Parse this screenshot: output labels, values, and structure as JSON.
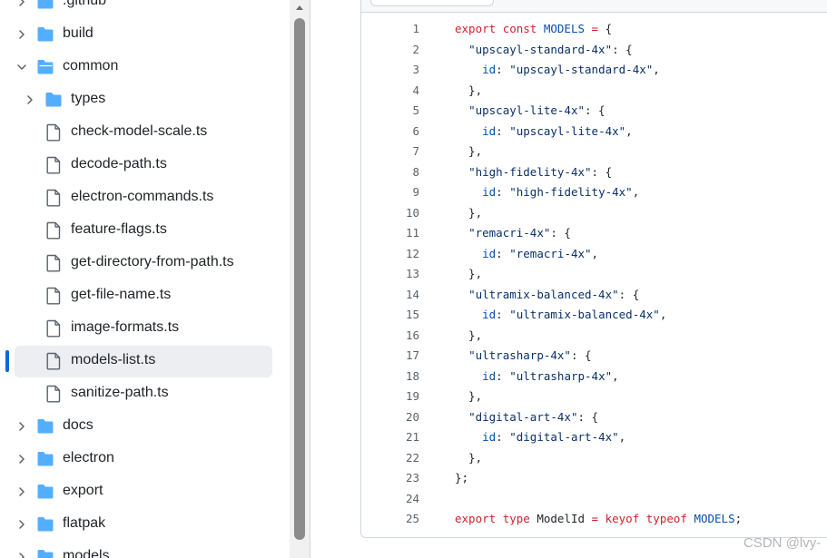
{
  "file_tree": {
    "items": [
      {
        "name": "folder-github",
        "label": ".github",
        "type": "folder",
        "depth": 0,
        "expanded": false
      },
      {
        "name": "folder-build",
        "label": "build",
        "type": "folder",
        "depth": 0,
        "expanded": false
      },
      {
        "name": "folder-common",
        "label": "common",
        "type": "folder",
        "depth": 0,
        "expanded": true
      },
      {
        "name": "folder-types",
        "label": "types",
        "type": "folder",
        "depth": 1,
        "expanded": false
      },
      {
        "name": "file-check-model-scale",
        "label": "check-model-scale.ts",
        "type": "file",
        "depth": 1
      },
      {
        "name": "file-decode-path",
        "label": "decode-path.ts",
        "type": "file",
        "depth": 1
      },
      {
        "name": "file-electron-commands",
        "label": "electron-commands.ts",
        "type": "file",
        "depth": 1
      },
      {
        "name": "file-feature-flags",
        "label": "feature-flags.ts",
        "type": "file",
        "depth": 1
      },
      {
        "name": "file-get-directory-from-path",
        "label": "get-directory-from-path.ts",
        "type": "file",
        "depth": 1
      },
      {
        "name": "file-get-file-name",
        "label": "get-file-name.ts",
        "type": "file",
        "depth": 1
      },
      {
        "name": "file-image-formats",
        "label": "image-formats.ts",
        "type": "file",
        "depth": 1
      },
      {
        "name": "file-models-list",
        "label": "models-list.ts",
        "type": "file",
        "depth": 1,
        "selected": true
      },
      {
        "name": "file-sanitize-path",
        "label": "sanitize-path.ts",
        "type": "file",
        "depth": 1
      },
      {
        "name": "folder-docs",
        "label": "docs",
        "type": "folder",
        "depth": 0,
        "expanded": false
      },
      {
        "name": "folder-electron",
        "label": "electron",
        "type": "folder",
        "depth": 0,
        "expanded": false
      },
      {
        "name": "folder-export",
        "label": "export",
        "type": "folder",
        "depth": 0,
        "expanded": false
      },
      {
        "name": "folder-flatpak",
        "label": "flatpak",
        "type": "folder",
        "depth": 0,
        "expanded": false
      },
      {
        "name": "folder-models",
        "label": "models",
        "type": "folder",
        "depth": 0,
        "expanded": false
      }
    ]
  },
  "code": {
    "lines": [
      {
        "n": "1",
        "tokens": [
          {
            "t": "export",
            "c": "kw"
          },
          {
            "t": " "
          },
          {
            "t": "const",
            "c": "kw"
          },
          {
            "t": " "
          },
          {
            "t": "MODELS",
            "c": "nm"
          },
          {
            "t": " "
          },
          {
            "t": "=",
            "c": "kw"
          },
          {
            "t": " {"
          }
        ]
      },
      {
        "n": "2",
        "tokens": [
          {
            "t": "  "
          },
          {
            "t": "\"upscayl-standard-4x\"",
            "c": "st"
          },
          {
            "t": ": {"
          }
        ]
      },
      {
        "n": "3",
        "tokens": [
          {
            "t": "    "
          },
          {
            "t": "id",
            "c": "nm"
          },
          {
            "t": ": "
          },
          {
            "t": "\"upscayl-standard-4x\"",
            "c": "st"
          },
          {
            "t": ","
          }
        ]
      },
      {
        "n": "4",
        "tokens": [
          {
            "t": "  },"
          }
        ]
      },
      {
        "n": "5",
        "tokens": [
          {
            "t": "  "
          },
          {
            "t": "\"upscayl-lite-4x\"",
            "c": "st"
          },
          {
            "t": ": {"
          }
        ]
      },
      {
        "n": "6",
        "tokens": [
          {
            "t": "    "
          },
          {
            "t": "id",
            "c": "nm"
          },
          {
            "t": ": "
          },
          {
            "t": "\"upscayl-lite-4x\"",
            "c": "st"
          },
          {
            "t": ","
          }
        ]
      },
      {
        "n": "7",
        "tokens": [
          {
            "t": "  },"
          }
        ]
      },
      {
        "n": "8",
        "tokens": [
          {
            "t": "  "
          },
          {
            "t": "\"high-fidelity-4x\"",
            "c": "st"
          },
          {
            "t": ": {"
          }
        ]
      },
      {
        "n": "9",
        "tokens": [
          {
            "t": "    "
          },
          {
            "t": "id",
            "c": "nm"
          },
          {
            "t": ": "
          },
          {
            "t": "\"high-fidelity-4x\"",
            "c": "st"
          },
          {
            "t": ","
          }
        ]
      },
      {
        "n": "10",
        "tokens": [
          {
            "t": "  },"
          }
        ]
      },
      {
        "n": "11",
        "tokens": [
          {
            "t": "  "
          },
          {
            "t": "\"remacri-4x\"",
            "c": "st"
          },
          {
            "t": ": {"
          }
        ]
      },
      {
        "n": "12",
        "tokens": [
          {
            "t": "    "
          },
          {
            "t": "id",
            "c": "nm"
          },
          {
            "t": ": "
          },
          {
            "t": "\"remacri-4x\"",
            "c": "st"
          },
          {
            "t": ","
          }
        ]
      },
      {
        "n": "13",
        "tokens": [
          {
            "t": "  },"
          }
        ]
      },
      {
        "n": "14",
        "tokens": [
          {
            "t": "  "
          },
          {
            "t": "\"ultramix-balanced-4x\"",
            "c": "st"
          },
          {
            "t": ": {"
          }
        ]
      },
      {
        "n": "15",
        "tokens": [
          {
            "t": "    "
          },
          {
            "t": "id",
            "c": "nm"
          },
          {
            "t": ": "
          },
          {
            "t": "\"ultramix-balanced-4x\"",
            "c": "st"
          },
          {
            "t": ","
          }
        ]
      },
      {
        "n": "16",
        "tokens": [
          {
            "t": "  },"
          }
        ]
      },
      {
        "n": "17",
        "tokens": [
          {
            "t": "  "
          },
          {
            "t": "\"ultrasharp-4x\"",
            "c": "st"
          },
          {
            "t": ": {"
          }
        ]
      },
      {
        "n": "18",
        "tokens": [
          {
            "t": "    "
          },
          {
            "t": "id",
            "c": "nm"
          },
          {
            "t": ": "
          },
          {
            "t": "\"ultrasharp-4x\"",
            "c": "st"
          },
          {
            "t": ","
          }
        ]
      },
      {
        "n": "19",
        "tokens": [
          {
            "t": "  },"
          }
        ]
      },
      {
        "n": "20",
        "tokens": [
          {
            "t": "  "
          },
          {
            "t": "\"digital-art-4x\"",
            "c": "st"
          },
          {
            "t": ": {"
          }
        ]
      },
      {
        "n": "21",
        "tokens": [
          {
            "t": "    "
          },
          {
            "t": "id",
            "c": "nm"
          },
          {
            "t": ": "
          },
          {
            "t": "\"digital-art-4x\"",
            "c": "st"
          },
          {
            "t": ","
          }
        ]
      },
      {
        "n": "22",
        "tokens": [
          {
            "t": "  },"
          }
        ]
      },
      {
        "n": "23",
        "tokens": [
          {
            "t": "};"
          }
        ]
      },
      {
        "n": "24",
        "tokens": []
      },
      {
        "n": "25",
        "tokens": [
          {
            "t": "export",
            "c": "kw"
          },
          {
            "t": " "
          },
          {
            "t": "type",
            "c": "kw"
          },
          {
            "t": " ModelId "
          },
          {
            "t": "=",
            "c": "kw"
          },
          {
            "t": " "
          },
          {
            "t": "keyof",
            "c": "kw"
          },
          {
            "t": " "
          },
          {
            "t": "typeof",
            "c": "kw"
          },
          {
            "t": " "
          },
          {
            "t": "MODELS",
            "c": "nm"
          },
          {
            "t": ";"
          }
        ]
      }
    ]
  },
  "watermark": "CSDN @lvy-",
  "colors": {
    "folder": "#54aeff",
    "file_outline": "#59636e",
    "selected_bg": "#eceef1",
    "selected_marker": "#0969da",
    "keyword": "#cf222e",
    "identifier": "#0550ae",
    "string": "#0a3069"
  },
  "icons": {
    "folder": "folder-icon",
    "folder_open": "folder-open-icon",
    "file": "file-icon",
    "chevron_right": "chevron-right-icon",
    "chevron_down": "chevron-down-icon"
  }
}
